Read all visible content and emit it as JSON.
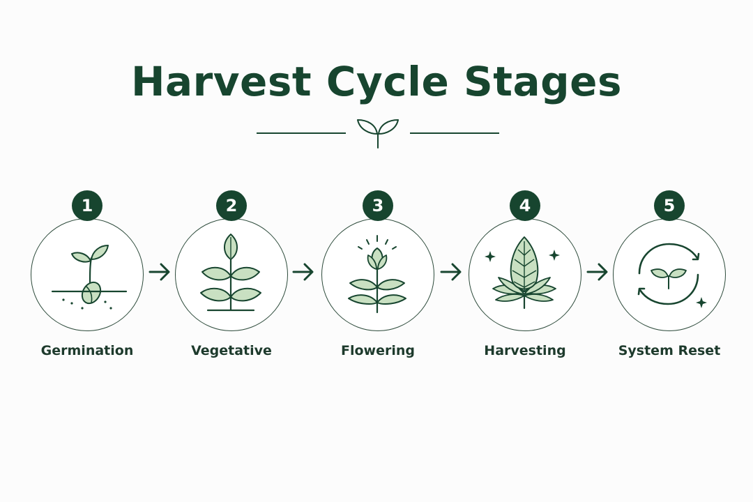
{
  "title": "Harvest Cycle Stages",
  "colors": {
    "primary": "#17452f",
    "leaf_fill": "#c9e0c2",
    "background": "#fcfcfc"
  },
  "icons": {
    "divider": "sprout-icon",
    "arrow": "arrow-right-icon"
  },
  "stages": [
    {
      "number": "1",
      "label": "Germination",
      "icon": "seedling-icon"
    },
    {
      "number": "2",
      "label": "Vegetative",
      "icon": "leafy-plant-icon"
    },
    {
      "number": "3",
      "label": "Flowering",
      "icon": "flowering-plant-icon"
    },
    {
      "number": "4",
      "label": "Harvesting",
      "icon": "harvest-bud-icon"
    },
    {
      "number": "5",
      "label": "System Reset",
      "icon": "cycle-reset-icon"
    }
  ]
}
